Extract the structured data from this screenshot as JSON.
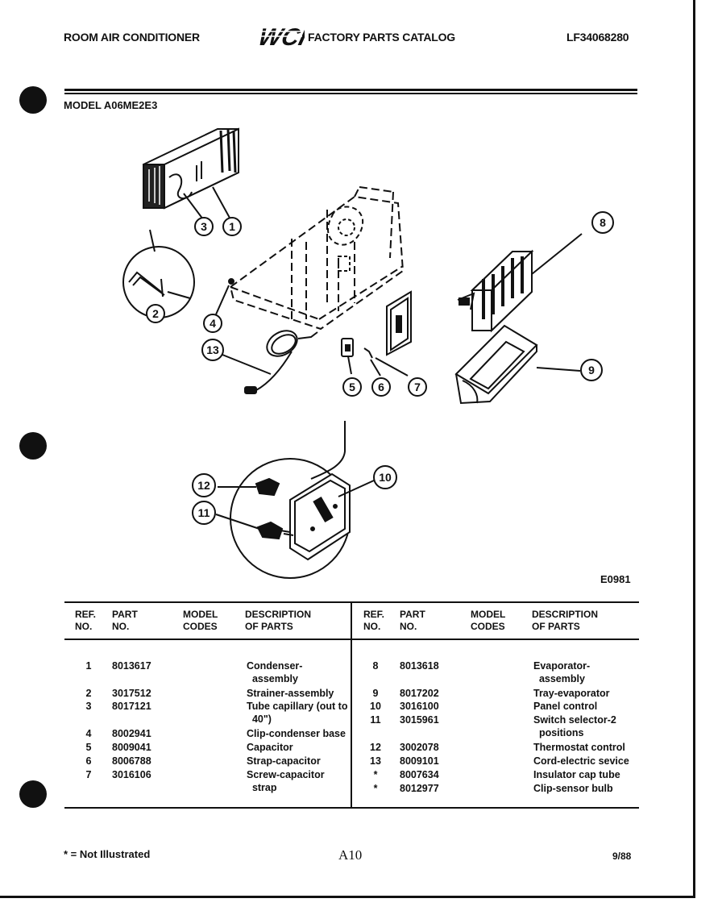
{
  "header": {
    "left": "ROOM AIR CONDITIONER",
    "logo_text": "WCI",
    "center": "FACTORY PARTS CATALOG",
    "right": "LF34068280"
  },
  "model_label": "MODEL A06ME2E3",
  "diagram": {
    "callouts": [
      "1",
      "2",
      "3",
      "4",
      "5",
      "6",
      "7",
      "8",
      "9",
      "10",
      "11",
      "12",
      "13"
    ],
    "figure_id": "E0981"
  },
  "table": {
    "headers": {
      "ref": "REF.\nNO.",
      "part": "PART\nNO.",
      "model": "MODEL\nCODES",
      "desc": "DESCRIPTION\nOF PARTS"
    },
    "left_rows": [
      {
        "ref": "1",
        "part": "8013617",
        "desc": "Condenser-\n  assembly"
      },
      {
        "ref": "2",
        "part": "3017512",
        "desc": "Strainer-assembly"
      },
      {
        "ref": "3",
        "part": "8017121",
        "desc": "Tube capillary (out to\n  40\")"
      },
      {
        "ref": "4",
        "part": "8002941",
        "desc": "Clip-condenser base"
      },
      {
        "ref": "5",
        "part": "8009041",
        "desc": "Capacitor"
      },
      {
        "ref": "6",
        "part": "8006788",
        "desc": "Strap-capacitor"
      },
      {
        "ref": "7",
        "part": "3016106",
        "desc": "Screw-capacitor\n  strap"
      }
    ],
    "right_rows": [
      {
        "ref": "8",
        "part": "8013618",
        "desc": "Evaporator-\n  assembly"
      },
      {
        "ref": "9",
        "part": "8017202",
        "desc": "Tray-evaporator"
      },
      {
        "ref": "10",
        "part": "3016100",
        "desc": "Panel control"
      },
      {
        "ref": "11",
        "part": "3015961",
        "desc": "Switch selector-2\n  positions"
      },
      {
        "ref": "12",
        "part": "3002078",
        "desc": "Thermostat control"
      },
      {
        "ref": "13",
        "part": "8009101",
        "desc": "Cord-electric sevice"
      },
      {
        "ref": "*",
        "part": "8007634",
        "desc": "Insulator cap tube"
      },
      {
        "ref": "*",
        "part": "8012977",
        "desc": "Clip-sensor bulb"
      }
    ]
  },
  "footer": {
    "note": "* = Not Illustrated",
    "page": "A10",
    "date": "9/88"
  }
}
